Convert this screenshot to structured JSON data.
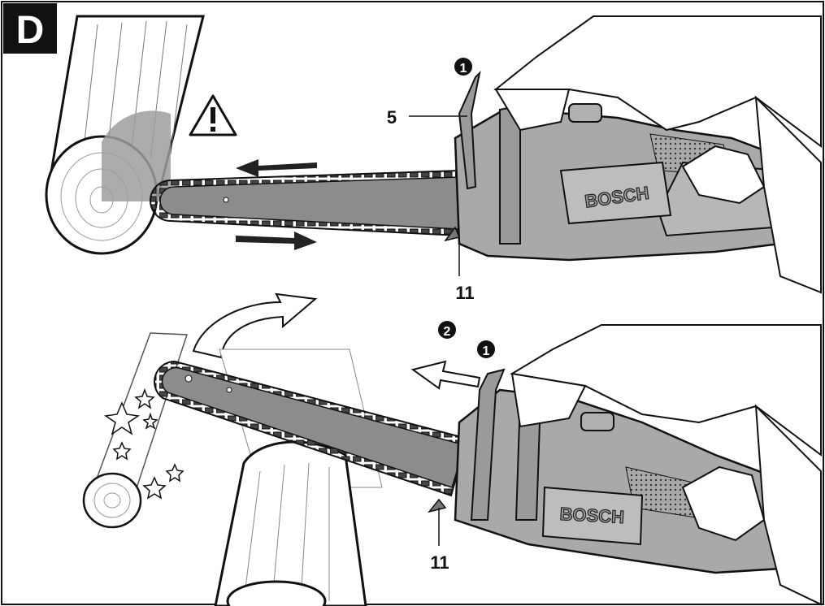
{
  "figure_letter": "D",
  "top_panel": {
    "label_guard": "5",
    "label_spike": "11",
    "step_1": "1",
    "brand": "BOSCH"
  },
  "bottom_panel": {
    "label_spike": "11",
    "step_1": "1",
    "step_2": "2",
    "brand": "BOSCH"
  },
  "colors": {
    "line": "#1a1a1a",
    "bar_fill": "#8c8c8c",
    "body_fill": "#a9a9a9",
    "warning_shade": "#9e9e9e",
    "badge": "#111111"
  },
  "icons": [
    "warning-triangle-icon",
    "direction-arrow-icon",
    "kickback-arrow-icon",
    "spark-icon"
  ]
}
